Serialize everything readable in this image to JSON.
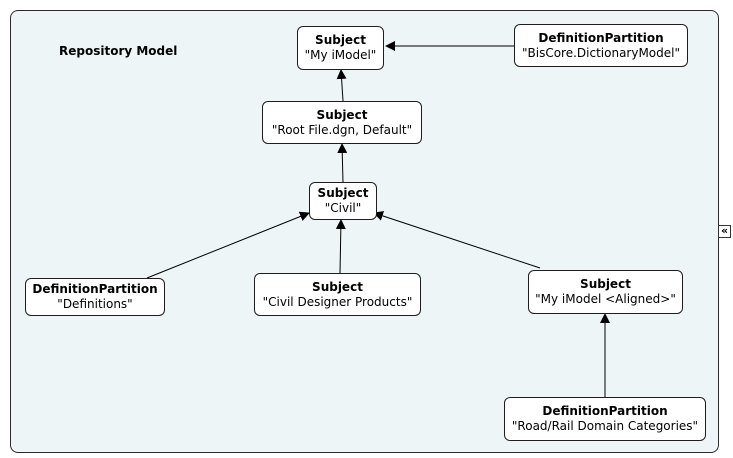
{
  "diagram": {
    "title": "Repository Model",
    "nodes": [
      {
        "id": "my-imodel",
        "kind": "Subject",
        "name": "\"My iModel\""
      },
      {
        "id": "dictionary",
        "kind": "DefinitionPartition",
        "name": "\"BisCore.DictionaryModel\""
      },
      {
        "id": "root-file",
        "kind": "Subject",
        "name": "\"Root File.dgn, Default\""
      },
      {
        "id": "civil",
        "kind": "Subject",
        "name": "\"Civil\""
      },
      {
        "id": "definitions",
        "kind": "DefinitionPartition",
        "name": "\"Definitions\""
      },
      {
        "id": "civil-designer",
        "kind": "Subject",
        "name": "\"Civil Designer Products\""
      },
      {
        "id": "aligned",
        "kind": "Subject",
        "name": "\"My iModel <Aligned>\""
      },
      {
        "id": "road-rail",
        "kind": "DefinitionPartition",
        "name": "\"Road/Rail Domain Categories\""
      }
    ],
    "edges": [
      {
        "from": "dictionary",
        "to": "my-imodel"
      },
      {
        "from": "root-file",
        "to": "my-imodel"
      },
      {
        "from": "civil",
        "to": "root-file"
      },
      {
        "from": "definitions",
        "to": "civil"
      },
      {
        "from": "civil-designer",
        "to": "civil"
      },
      {
        "from": "aligned",
        "to": "civil"
      },
      {
        "from": "road-rail",
        "to": "aligned"
      }
    ],
    "collapse_icon": "double-chevron-left-icon",
    "collapse_glyph": "«"
  }
}
